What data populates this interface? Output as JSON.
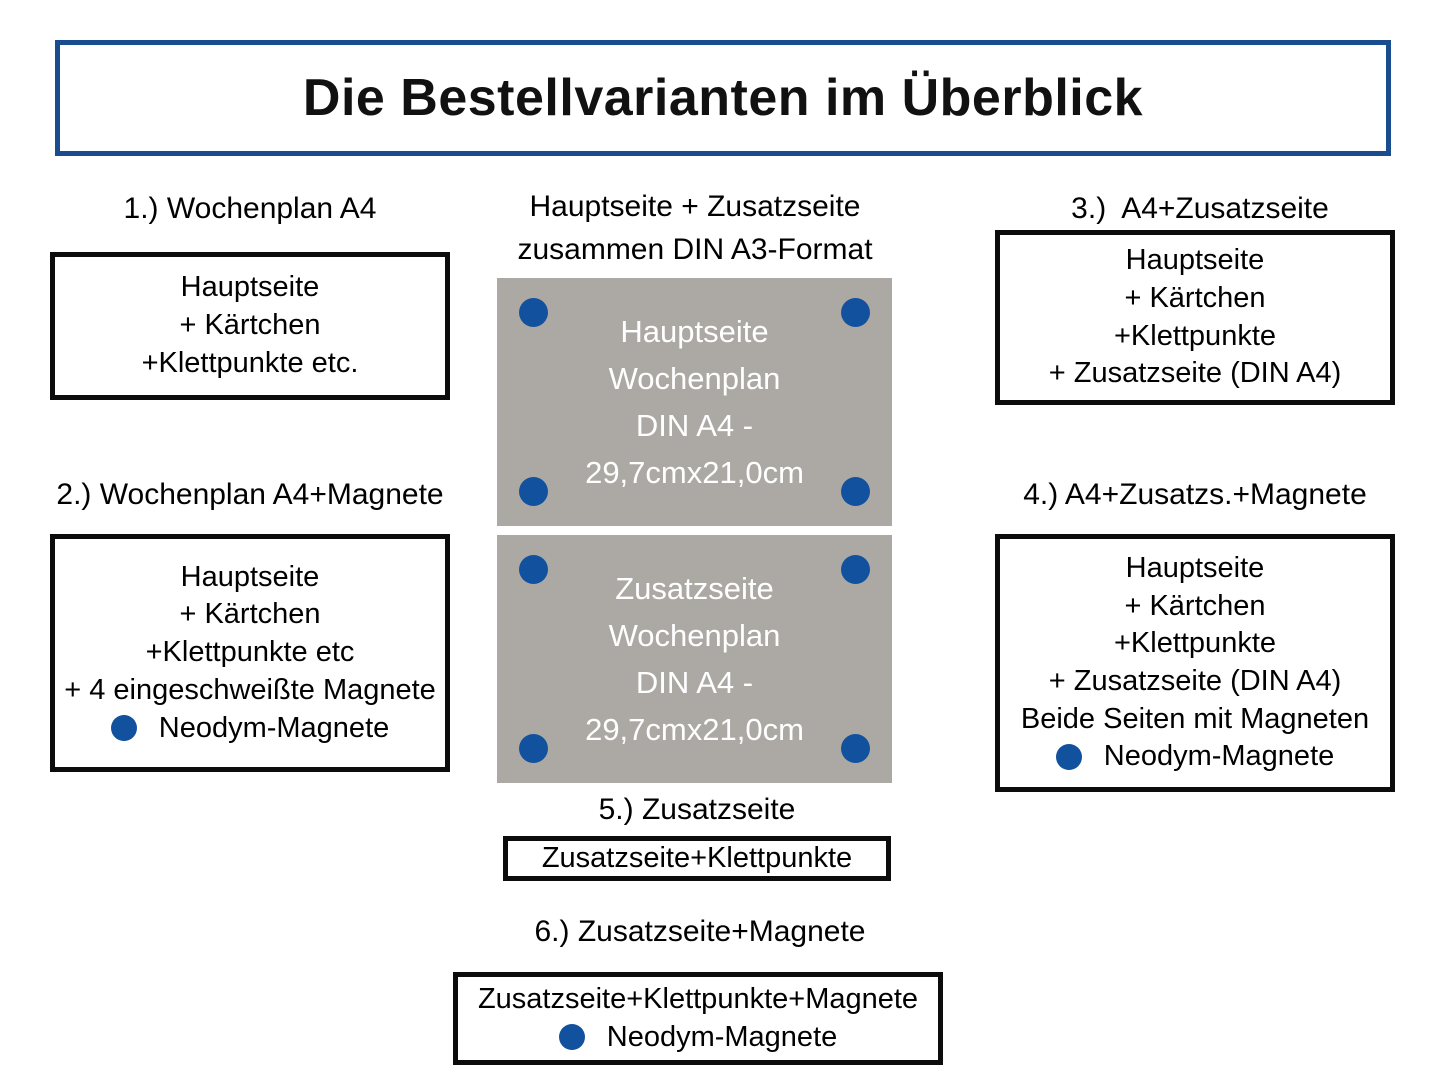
{
  "title": {
    "text": "Die Bestellvarianten im Überblick",
    "border_color": "#1a4d8f"
  },
  "colors": {
    "accent_blue": "#1a4d8f",
    "magnet_blue": "#12519e",
    "sheet_gray": "#aca8a3",
    "box_border": "#0c0c0c",
    "sheet_text": "#ffffff"
  },
  "center": {
    "caption_line_1": "Hauptseite + Zusatzseite",
    "caption_line_2": "zusammen DIN A3-Format",
    "sheets": [
      {
        "id": "hauptseite",
        "lines": [
          "Hauptseite",
          "Wochenplan",
          "DIN A4 -",
          "29,7cmx21,0cm"
        ],
        "magnet_count": 4
      },
      {
        "id": "zusatzseite",
        "lines": [
          "Zusatzseite",
          "Wochenplan",
          "DIN A4 -",
          "29,7cmx21,0cm"
        ],
        "magnet_count": 4
      }
    ]
  },
  "variants": [
    {
      "id": "variant-1",
      "heading": "1.) Wochenplan A4",
      "lines": [
        "Hauptseite",
        "+ Kärtchen",
        "+Klettpunkte etc."
      ],
      "legend": null
    },
    {
      "id": "variant-2",
      "heading": "2.) Wochenplan A4+Magnete",
      "lines": [
        "Hauptseite",
        "+ Kärtchen",
        "+Klettpunkte etc",
        "+ 4 eingeschweißte Magnete"
      ],
      "legend": "Neodym-Magnete"
    },
    {
      "id": "variant-3",
      "heading": "3.)  A4+Zusatzseite",
      "lines": [
        "Hauptseite",
        "+ Kärtchen",
        "+Klettpunkte",
        "+ Zusatzseite (DIN A4)"
      ],
      "legend": null
    },
    {
      "id": "variant-4",
      "heading": "4.) A4+Zusatzs.+Magnete",
      "lines": [
        "Hauptseite",
        "+ Kärtchen",
        "+Klettpunkte",
        "+ Zusatzseite (DIN A4)",
        "Beide Seiten mit Magneten"
      ],
      "legend": "Neodym-Magnete"
    },
    {
      "id": "variant-5",
      "heading": "5.) Zusatzseite",
      "lines": [
        "Zusatzseite+Klettpunkte"
      ],
      "legend": null
    },
    {
      "id": "variant-6",
      "heading": "6.) Zusatzseite+Magnete",
      "lines": [
        "Zusatzseite+Klettpunkte+Magnete"
      ],
      "legend": "Neodym-Magnete"
    }
  ]
}
